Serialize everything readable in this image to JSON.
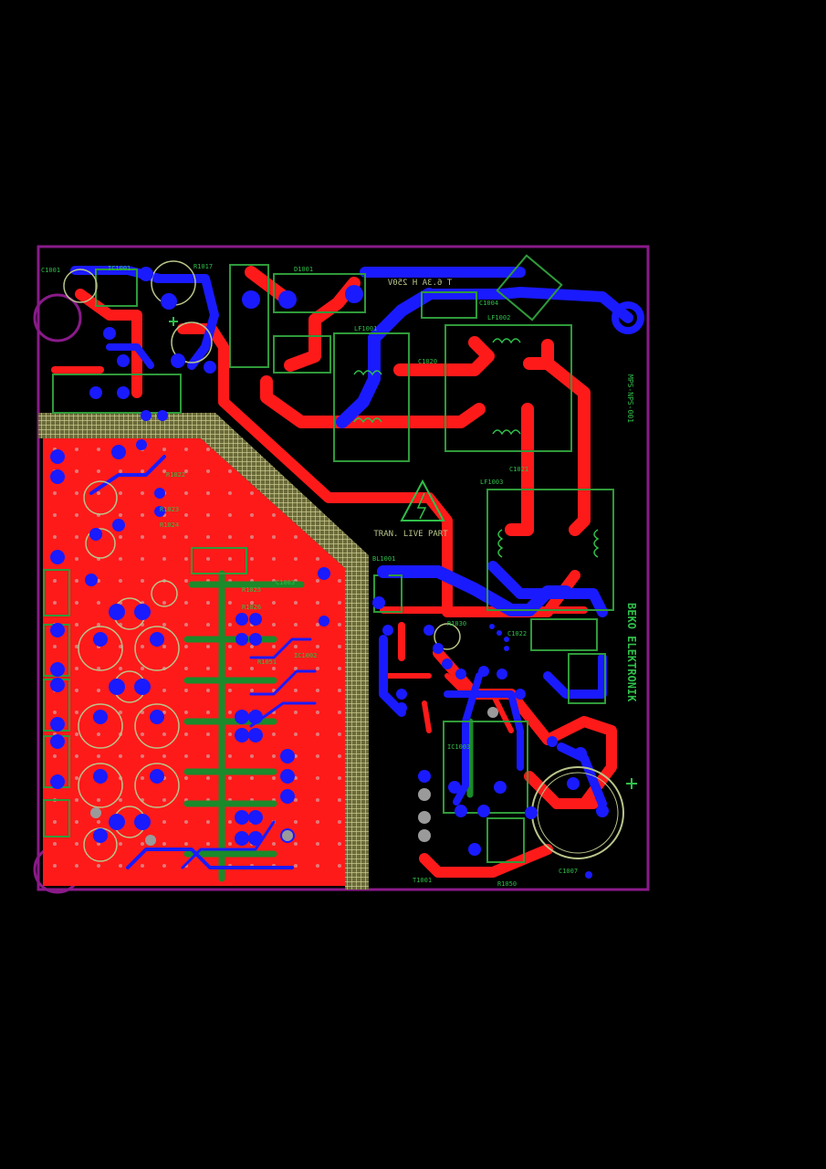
{
  "board": {
    "colors": {
      "background": "#000000",
      "outline": "#8a1a8a",
      "top_copper": "#ff2020",
      "bottom_copper": "#1a1aff",
      "silkscreen": "#b8c58a",
      "ground_track": "#1a8a2a",
      "component_outline": "#2f9a3a",
      "hatch": "#c8c88a"
    },
    "warning_text": "TRAN. LIVE PART",
    "silk_labels": [
      {
        "id": "c1001",
        "text": "C1001"
      },
      {
        "id": "ic1001",
        "text": "IC1001"
      },
      {
        "id": "r1017",
        "text": "R1017"
      },
      {
        "id": "r1022",
        "text": "R1022"
      },
      {
        "id": "r1023",
        "text": "R1023"
      },
      {
        "id": "r1024",
        "text": "R1024"
      },
      {
        "id": "r1025",
        "text": "R1025"
      },
      {
        "id": "r1026",
        "text": "R1026"
      },
      {
        "id": "c1003",
        "text": "C1003"
      },
      {
        "id": "c1004",
        "text": "C1004"
      },
      {
        "id": "d1001",
        "text": "D1001"
      },
      {
        "id": "lf1001",
        "text": "LF1001"
      },
      {
        "id": "lf1002",
        "text": "LF1002"
      },
      {
        "id": "lf1003",
        "text": "LF1003"
      },
      {
        "id": "ic1002",
        "text": "IC1002"
      },
      {
        "id": "ic1003",
        "text": "IC1003"
      },
      {
        "id": "r1050",
        "text": "R1050"
      },
      {
        "id": "r1051",
        "text": "R1051"
      },
      {
        "id": "c1020",
        "text": "C1020"
      },
      {
        "id": "c1021",
        "text": "C1021"
      },
      {
        "id": "c1022",
        "text": "C1022"
      },
      {
        "id": "c1007",
        "text": "C1007"
      },
      {
        "id": "t1001",
        "text": "T1001"
      },
      {
        "id": "r1030",
        "text": "R1030"
      },
      {
        "id": "bl1001",
        "text": "BL1001"
      }
    ],
    "right_labels": {
      "top": "MPS-NPS-001",
      "bottom": "BEKO ELEKTRONIK"
    },
    "mirrored_label": "T 6.3A H 250V"
  }
}
